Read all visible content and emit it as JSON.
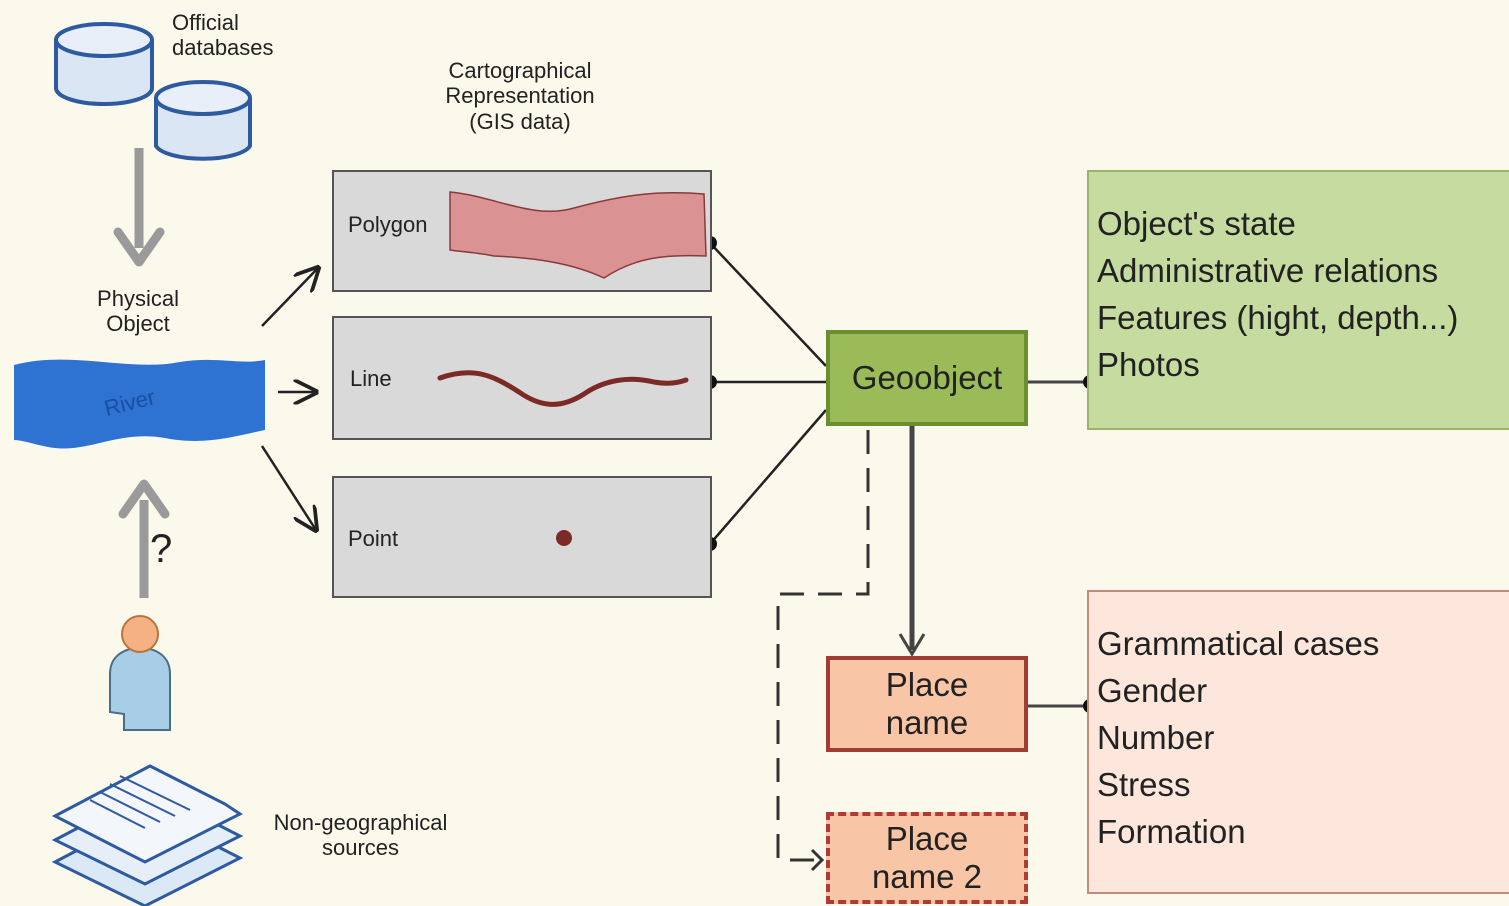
{
  "labels": {
    "official_databases": [
      "Official",
      "databases"
    ],
    "cartographical": [
      "Cartographical",
      "Representation",
      "(GIS data)"
    ],
    "physical_object": [
      "Physical",
      "Object"
    ],
    "river": "River",
    "question": "?",
    "non_geographical": [
      "Non-geographical",
      "sources"
    ]
  },
  "panels": {
    "polygon": "Polygon",
    "line": "Line",
    "point": "Point"
  },
  "geoobject": "Geoobject",
  "place_name": [
    "Place",
    "name"
  ],
  "place_name_2": [
    "Place",
    "name 2"
  ],
  "object_info": [
    "Object's state",
    "Administrative relations",
    "Features (hight, depth...)",
    "Photos"
  ],
  "name_info": [
    "Grammatical cases",
    "Gender",
    "Number",
    "Stress",
    "Formation"
  ],
  "colors": {
    "background": "#fbf9eb",
    "database_blue": "#3a6fb5",
    "river_blue": "#2e72d2",
    "polygon_pink": "#da9292",
    "line_brown": "#7b2a25",
    "geoobject_green": "#9bbb59",
    "place_peach": "#f8c6a6",
    "object_box_green": "#c5dba0",
    "name_box_peach": "#fde7dc"
  }
}
